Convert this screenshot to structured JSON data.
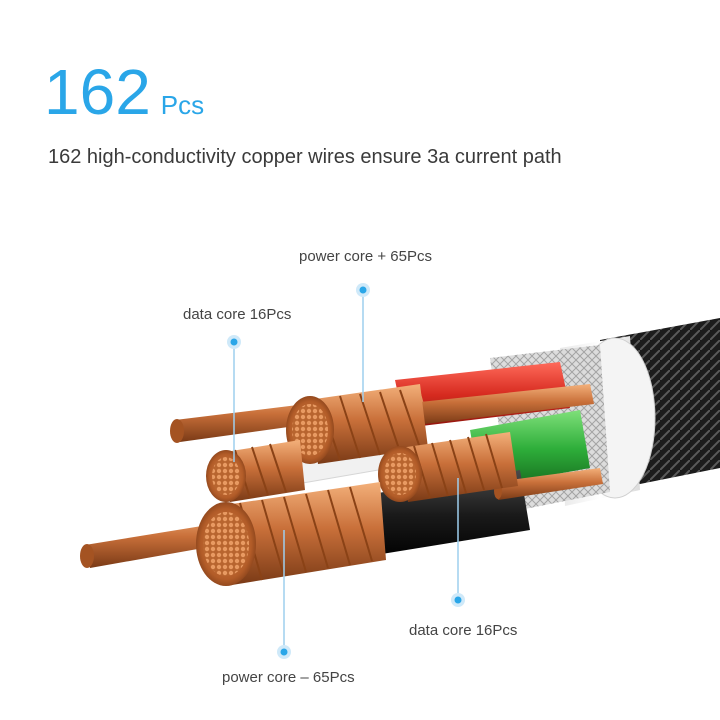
{
  "headline": {
    "number": "162",
    "unit": "Pcs"
  },
  "subtitle": "162 high-conductivity copper wires ensure 3a current path",
  "callouts": {
    "power_plus": "power core + 65Pcs",
    "data_top": "data core 16Pcs",
    "data_bottom": "data core 16Pcs",
    "power_minus": "power core – 65Pcs"
  },
  "colors": {
    "accent": "#2aa6e8",
    "copper": "#c8783e",
    "red_core": "#d6281e",
    "green_core": "#2eae3a",
    "black_core": "#1a1a1a",
    "jacket": "#ffffff"
  }
}
